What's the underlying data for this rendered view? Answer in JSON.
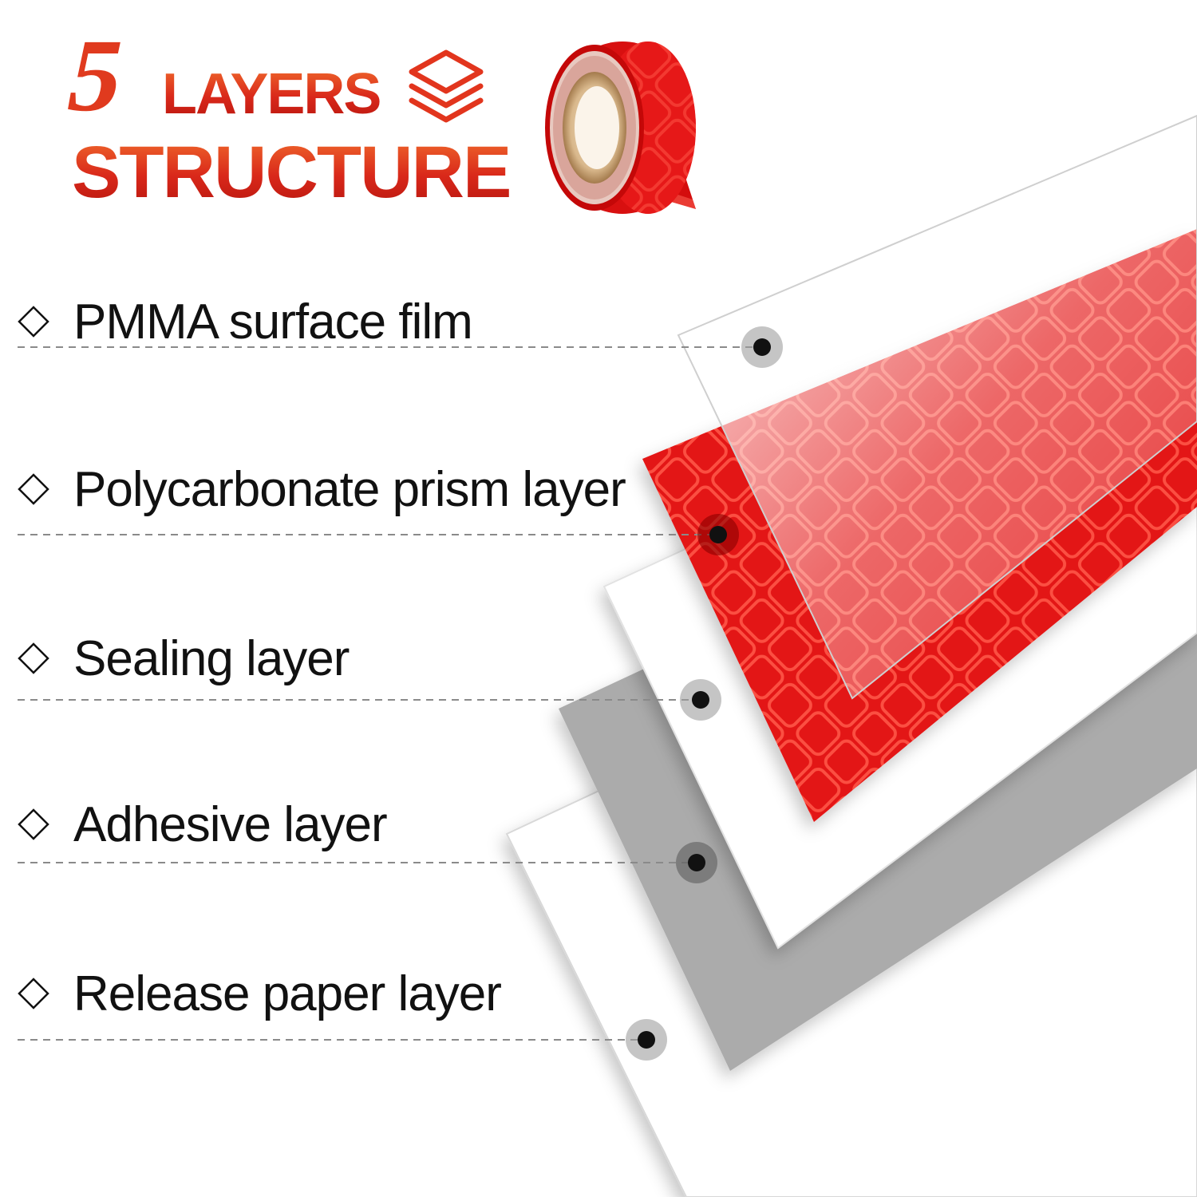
{
  "title": {
    "number": "5",
    "line1": "LAYERS",
    "line2": "STRUCTURE"
  },
  "icons": {
    "title_icon": "stacked-layers-icon",
    "product_image": "red-reflective-tape-roll-icon",
    "bullet": "diamond-outline-icon",
    "marker": "callout-dot-icon"
  },
  "colors": {
    "title_red": "#e2351d",
    "tape_red": "#e01010",
    "sheet_white": "#ffffff",
    "adhesive_gray": "#ababab",
    "text_dark": "#111111"
  },
  "layers": [
    {
      "label": "PMMA surface film"
    },
    {
      "label": "Polycarbonate prism layer"
    },
    {
      "label": "Sealing layer"
    },
    {
      "label": "Adhesive layer"
    },
    {
      "label": "Release paper layer"
    }
  ]
}
